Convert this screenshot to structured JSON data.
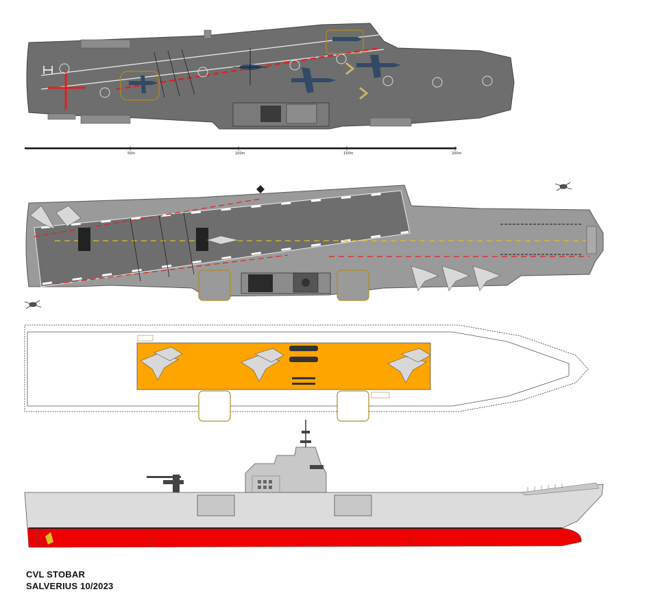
{
  "caption": {
    "title": "CVL STOBAR",
    "author": "SALVERIUS 10/2023"
  },
  "scale_bar": {
    "labels": [
      "50m",
      "100m",
      "150m",
      "200m"
    ]
  },
  "colors": {
    "deck": "#6e6e6e",
    "deck_light": "#9a9a9a",
    "hull_side": "#dcdcdc",
    "hull_red": "#ee0000",
    "hangar_orange": "#ffa500",
    "line_red": "#e02020",
    "line_yellow": "#e0c020",
    "elevator_outline": "#b08a20"
  },
  "views": [
    "top-view-upper",
    "top-view-lower",
    "hangar-plan",
    "side-profile"
  ]
}
